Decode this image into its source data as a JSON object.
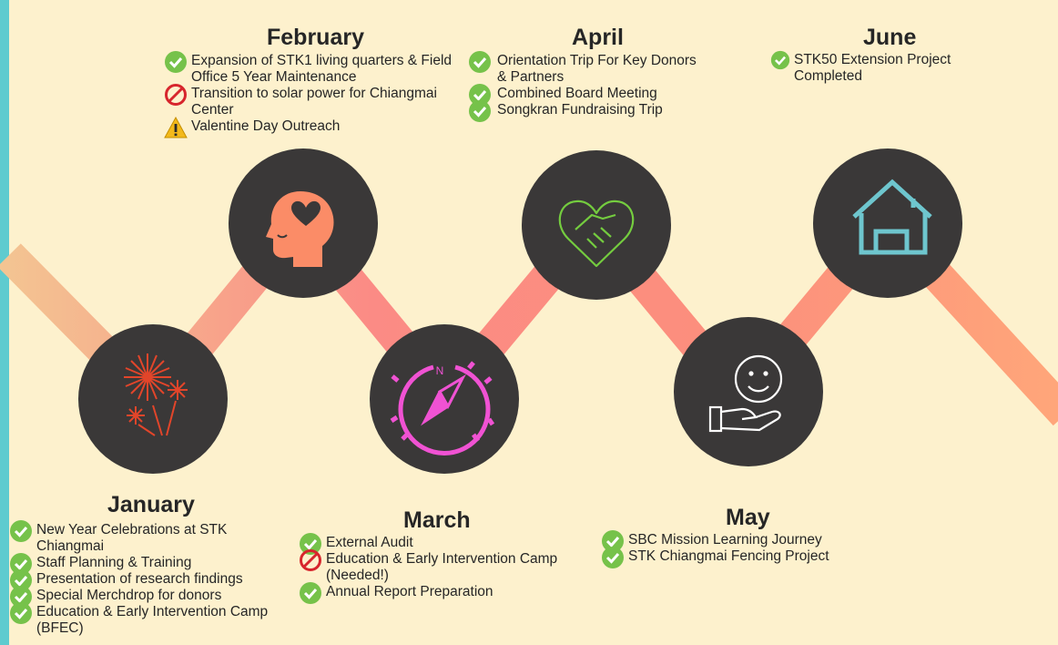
{
  "colors": {
    "background": "#fdf1cd",
    "circle": "#3a3838",
    "path_start": "#f3c592",
    "path_mid": "#fb8b85",
    "path_end": "#ffa67a",
    "done": "#76c24a",
    "blocked": "#d7262d",
    "warning": "#f3b91b"
  },
  "months": [
    {
      "name": "January",
      "icon": "fireworks-icon",
      "items": [
        {
          "status": "done",
          "text": "New Year Celebrations at STK Chiangmai"
        },
        {
          "status": "done",
          "text": "Staff Planning & Training"
        },
        {
          "status": "done",
          "text": "Presentation of research findings"
        },
        {
          "status": "done",
          "text": "Special Merchdrop for donors"
        },
        {
          "status": "done",
          "text": "Education & Early Intervention Camp (BFEC)"
        }
      ]
    },
    {
      "name": "February",
      "icon": "head-heart-icon",
      "items": [
        {
          "status": "done",
          "text": "Expansion of STK1 living quarters & Field Office 5 Year Maintenance"
        },
        {
          "status": "blocked",
          "text": "Transition to solar power for Chiangmai Center"
        },
        {
          "status": "warning",
          "text": "Valentine Day Outreach"
        }
      ]
    },
    {
      "name": "March",
      "icon": "compass-icon",
      "items": [
        {
          "status": "done",
          "text": "External Audit"
        },
        {
          "status": "blocked",
          "text": "Education & Early Intervention Camp (Needed!)"
        },
        {
          "status": "done",
          "text": "Annual Report Preparation"
        }
      ]
    },
    {
      "name": "April",
      "icon": "handshake-heart-icon",
      "items": [
        {
          "status": "done",
          "text": "Orientation Trip For Key Donors & Partners"
        },
        {
          "status": "done",
          "text": "Combined Board Meeting"
        },
        {
          "status": "done",
          "text": "Songkran Fundraising Trip"
        }
      ]
    },
    {
      "name": "May",
      "icon": "hand-smile-icon",
      "items": [
        {
          "status": "done",
          "text": "SBC Mission Learning Journey"
        },
        {
          "status": "done",
          "text": "STK Chiangmai Fencing Project"
        }
      ]
    },
    {
      "name": "June",
      "icon": "house-icon",
      "items": [
        {
          "status": "done",
          "text": "STK50 Extension Project Completed"
        }
      ]
    }
  ]
}
